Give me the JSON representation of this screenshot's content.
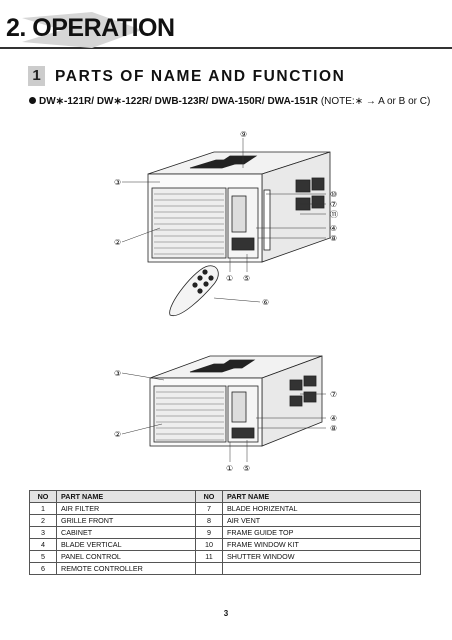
{
  "header": {
    "title": "2. OPERATION",
    "section_number": "1",
    "section_title": "PARTS OF NAME AND FUNCTION"
  },
  "models": {
    "text": "DW∗-121R/ DW∗-122R/ DWB-123R/ DWA-150R/ DWA-151R",
    "note": "(NOTE:∗ → A or B or C)"
  },
  "figure1": {
    "callouts": [
      "⑨",
      "③",
      "⑩",
      "⑦",
      "⑪",
      "④",
      "⑧",
      "②",
      "①",
      "⑤",
      "⑥"
    ]
  },
  "figure2": {
    "callouts": [
      "③",
      "⑦",
      "④",
      "⑧",
      "②",
      "①",
      "⑤"
    ]
  },
  "table": {
    "headers": [
      "NO",
      "PART NAME",
      "NO",
      "PART NAME"
    ],
    "rows": [
      [
        "1",
        "AIR FILTER",
        "7",
        "BLADE HORIZENTAL"
      ],
      [
        "2",
        "GRILLE FRONT",
        "8",
        "AIR VENT"
      ],
      [
        "3",
        "CABINET",
        "9",
        "FRAME GUIDE TOP"
      ],
      [
        "4",
        "BLADE VERTICAL",
        "10",
        "FRAME WINDOW KIT"
      ],
      [
        "5",
        "PANEL CONTROL",
        "11",
        "SHUTTER WINDOW"
      ],
      [
        "6",
        "REMOTE CONTROLLER",
        "",
        ""
      ]
    ]
  },
  "footer": {
    "page_number": "3"
  }
}
